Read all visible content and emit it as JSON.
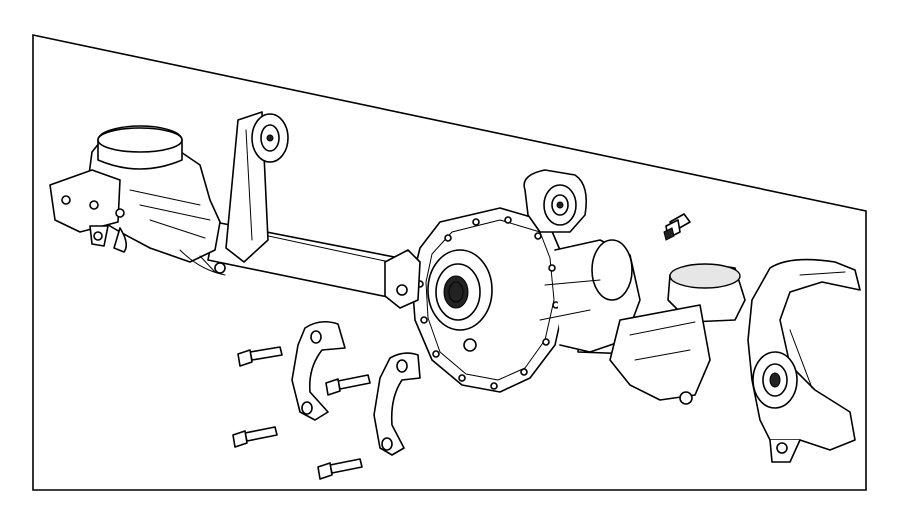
{
  "diagram": {
    "subject": "front-axle-housing-exploded-view",
    "line_color": "#000000",
    "background_color": "#ffffff",
    "parts": [
      {
        "id": "axle-housing",
        "count": 1
      },
      {
        "id": "bearing-cap",
        "count": 2
      },
      {
        "id": "bearing-cap-bolt",
        "count": 4
      },
      {
        "id": "vent-fitting",
        "count": 1
      }
    ]
  }
}
